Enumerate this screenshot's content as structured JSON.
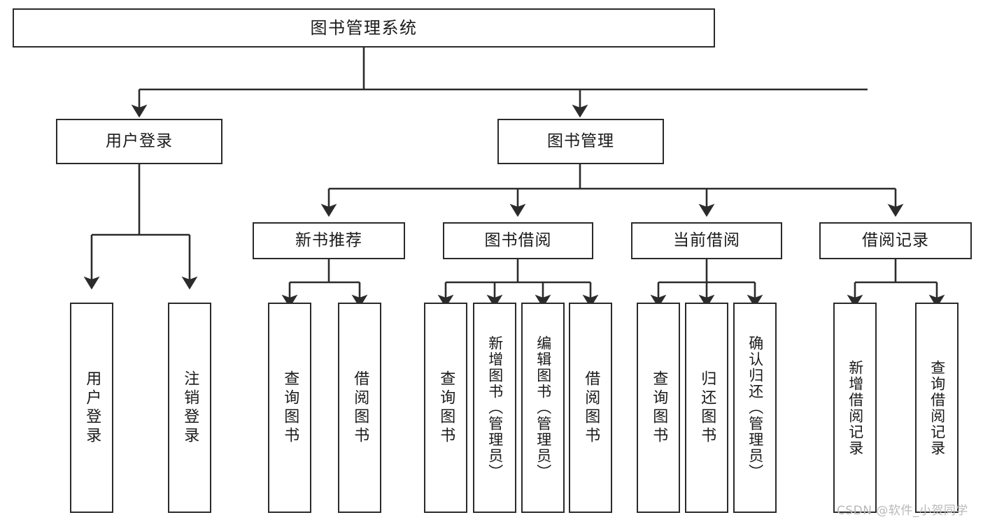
{
  "diagram": {
    "title": "图书管理系统",
    "type": "功能结构图",
    "root": {
      "label": "图书管理系统"
    },
    "level2": [
      {
        "id": "user-login",
        "label": "用户登录"
      },
      {
        "id": "book-manage",
        "label": "图书管理"
      }
    ],
    "level3": [
      {
        "id": "new-book-recommend",
        "label": "新书推荐",
        "parent": "book-manage"
      },
      {
        "id": "book-borrow",
        "label": "图书借阅",
        "parent": "book-manage"
      },
      {
        "id": "current-borrow",
        "label": "当前借阅",
        "parent": "book-manage"
      },
      {
        "id": "borrow-record",
        "label": "借阅记录",
        "parent": "book-manage"
      }
    ],
    "leaves": {
      "user_login": [
        {
          "id": "leaf-user-login",
          "label": "用户登录"
        },
        {
          "id": "leaf-logout",
          "label": "注销登录"
        }
      ],
      "new_book_recommend": [
        {
          "id": "leaf-query-book-1",
          "label": "查询图书"
        },
        {
          "id": "leaf-borrow-book-1",
          "label": "借阅图书"
        }
      ],
      "book_borrow": [
        {
          "id": "leaf-query-book-2",
          "label": "查询图书"
        },
        {
          "id": "leaf-add-book",
          "label": "新增图书（管理员）"
        },
        {
          "id": "leaf-edit-book",
          "label": "编辑图书（管理员）"
        },
        {
          "id": "leaf-borrow-book-2",
          "label": "借阅图书"
        }
      ],
      "current_borrow": [
        {
          "id": "leaf-query-book-3",
          "label": "查询图书"
        },
        {
          "id": "leaf-return-book",
          "label": "归还图书"
        },
        {
          "id": "leaf-confirm-return",
          "label": "确认归还（管理员）"
        }
      ],
      "borrow_record": [
        {
          "id": "leaf-add-record",
          "label": "新增借阅记录"
        },
        {
          "id": "leaf-query-record",
          "label": "查询借阅记录"
        }
      ]
    },
    "colors": {
      "box_border": "#2b2b2b",
      "box_fill": "#ffffff",
      "connector": "#2b2b2b",
      "text": "#1a1a1a",
      "watermark": "#b9b9b9",
      "background": "#ffffff"
    }
  },
  "watermark": {
    "text": "CSDN @软件_小贺同学"
  }
}
